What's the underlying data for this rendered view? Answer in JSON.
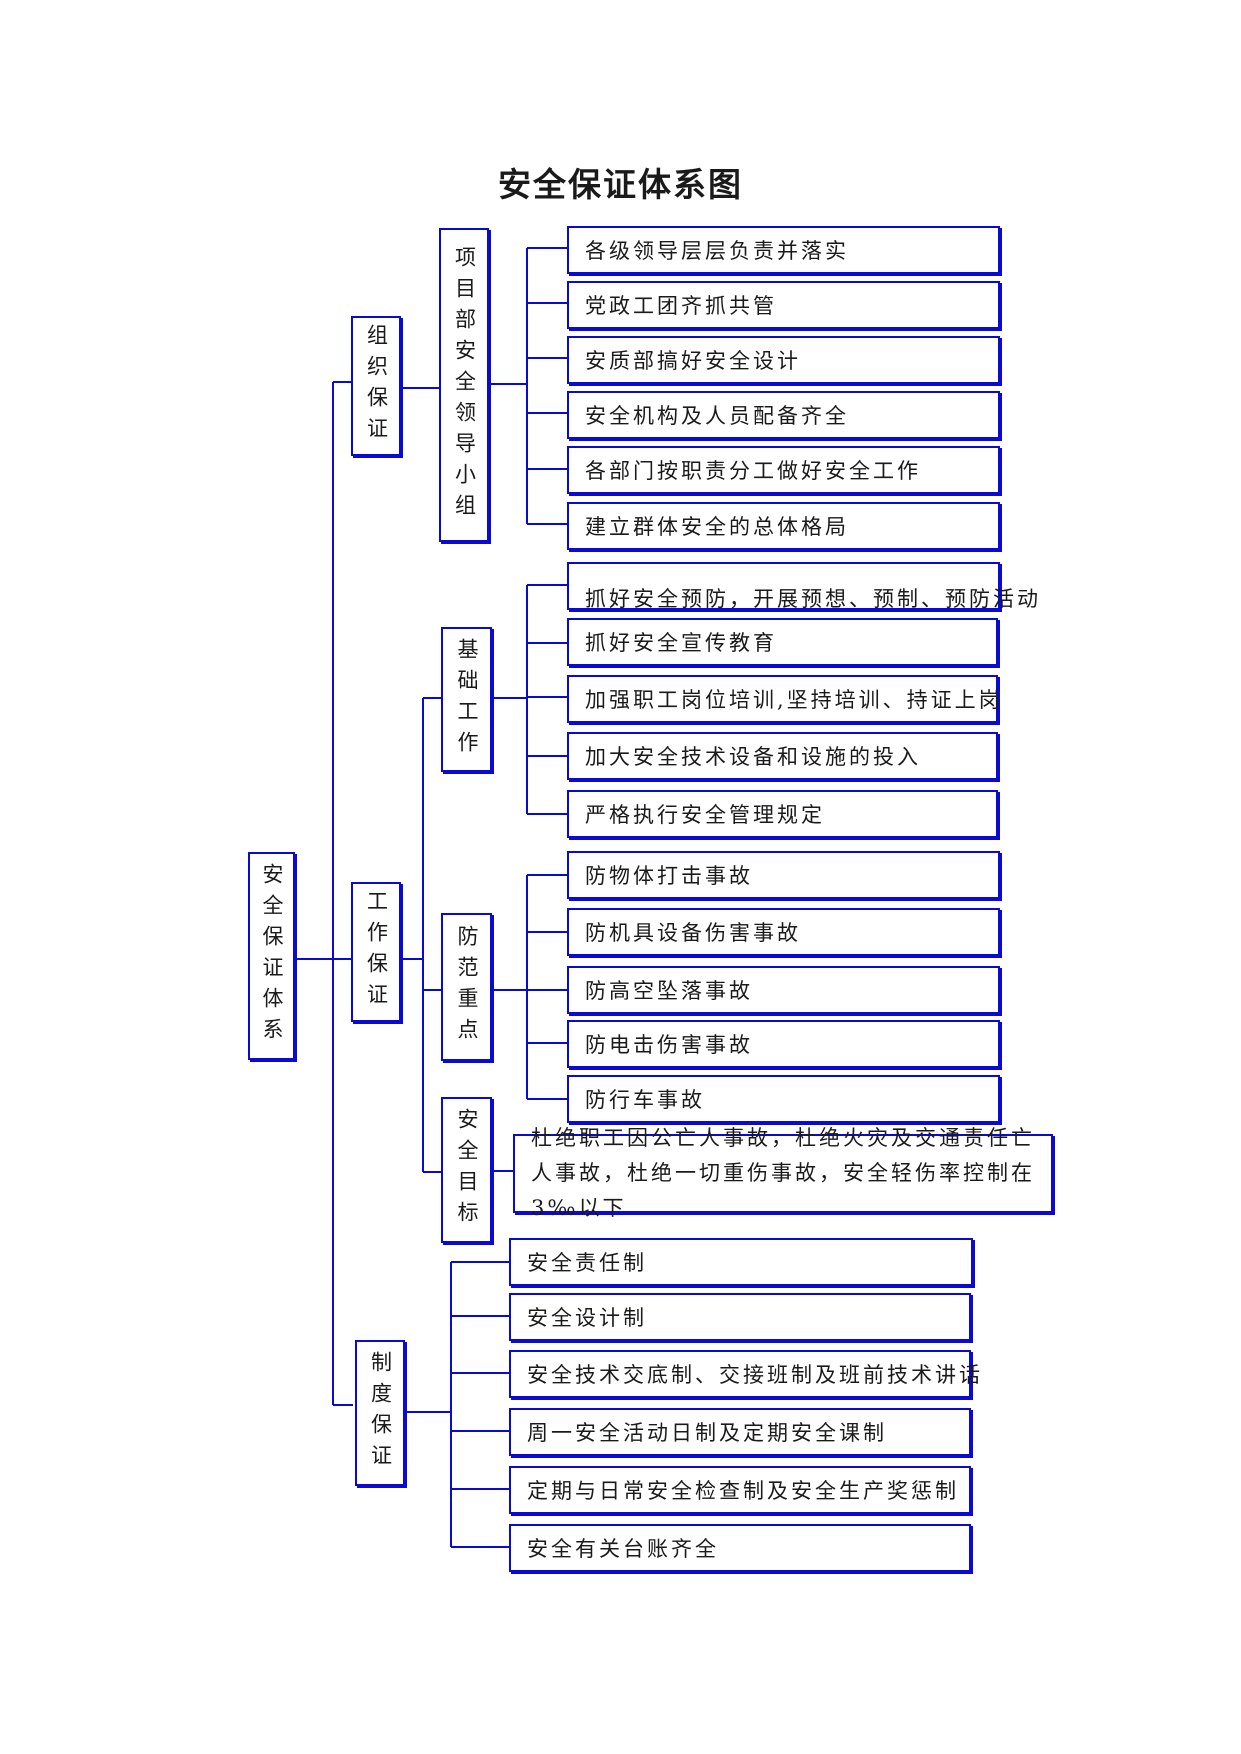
{
  "title": "安全保证体系图",
  "root": "安全保证体系",
  "org": {
    "label": "组织保证",
    "group": "项目部安全领导小组",
    "items": [
      "各级领导层层负责并落实",
      "党政工团齐抓共管",
      "安质部搞好安全设计",
      "安全机构及人员配备齐全",
      "各部门按职责分工做好安全工作",
      "建立群体安全的总体格局"
    ]
  },
  "work": {
    "label": "工作保证",
    "basic": {
      "label": "基础工作",
      "items": [
        "抓好安全预防，开展预想、预制、预防活动",
        "抓好安全宣传教育",
        "加强职工岗位培训,坚持培训、持证上岗",
        "加大安全技术设备和设施的投入",
        "严格执行安全管理规定"
      ]
    },
    "focus": {
      "label": "防范重点",
      "items": [
        "防物体打击事故",
        "防机具设备伤害事故",
        "防高空坠落事故",
        "防电击伤害事故",
        "防行车事故"
      ]
    },
    "goal": {
      "label": "安全目标",
      "text": "杜绝职工因公亡人事故，杜绝火灾及交通责任亡人事故，杜绝一切重伤事故，安全轻伤率控制在 3‰以下"
    }
  },
  "system": {
    "label": "制度保证",
    "items": [
      "安全责任制",
      "安全设计制",
      "安全技术交底制、交接班制及班前技术讲话",
      "周一安全活动日制及定期安全课制",
      "定期与日常安全检查制及安全生产奖惩制",
      "安全有关台账齐全"
    ]
  }
}
